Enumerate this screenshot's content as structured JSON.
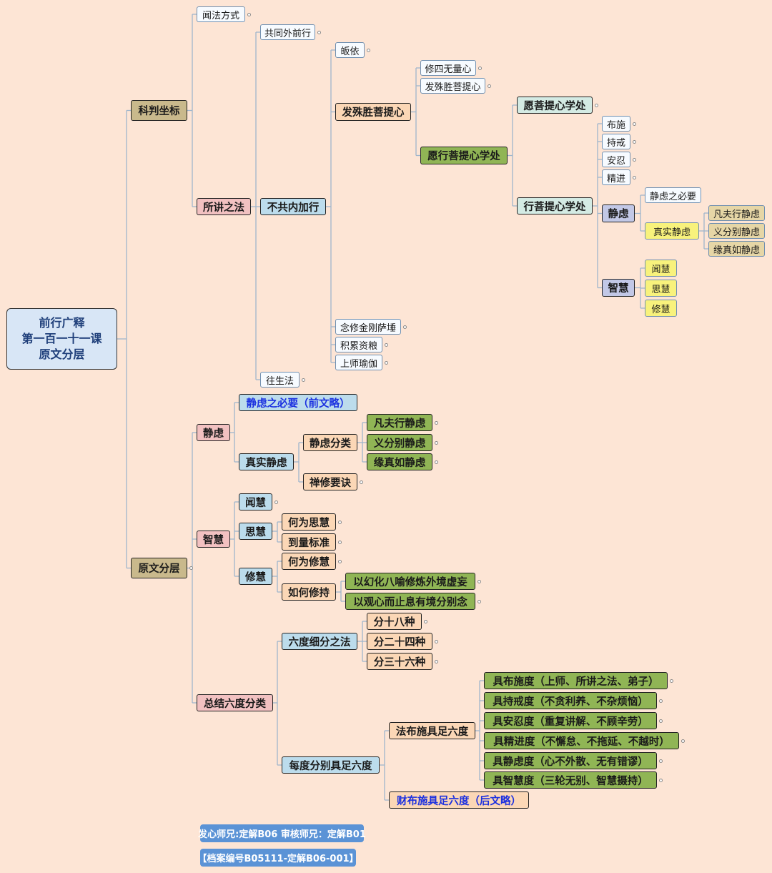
{
  "root": {
    "line1": "前行广释",
    "line2": "第一百一十一课",
    "line3": "原文分层"
  },
  "t": {
    "kepan": "科判坐标",
    "wenfa": "闻法方式",
    "suojiang": "所讲之法",
    "gongtong": "共同外前行",
    "bugong": "不共内加行",
    "wangsheng": "往生法",
    "guiyi": "皈依",
    "faxin": "发殊胜菩提心",
    "xiusi": "修四无量心",
    "faxin2": "发殊胜菩提心",
    "xing_pt": "愿行菩提心学处",
    "yuan_pt": "愿菩提心学处",
    "xingp": "行菩提心学处",
    "bushi": "布施",
    "chijie": "持戒",
    "anren": "安忍",
    "jingjin": "精进",
    "jinglv": "静虑",
    "jlbiyao": "静虑之必要",
    "zhenshi": "真实静虑",
    "fanfu": "凡夫行静虑",
    "yifen": "义分别静虑",
    "yuanzhen": "缘真如静虑",
    "zhihui": "智慧",
    "wenhui": "闻慧",
    "sihui": "思慧",
    "xiuhui": "修慧",
    "jingang": "念修金刚萨埵",
    "jilei": "积累资粮",
    "shangshi": "上师瑜伽",
    "yuanwen": "原文分层",
    "b_jinglv": "静虑",
    "b_biyao": "静虑之必要（前文略）",
    "b_zhenshi": "真实静虑",
    "b_fenlei": "静虑分类",
    "b_fanfu": "凡夫行静虑",
    "b_yifen": "义分别静虑",
    "b_yuanzhen": "缘真如静虑",
    "b_chanxiu": "禅修要诀",
    "b_zhihui": "智慧",
    "b_wenhui": "闻慧",
    "b_sihui": "思慧",
    "b_hewei_si": "何为思慧",
    "b_daoliang": "到量标准",
    "b_xiuhui": "修慧",
    "b_hewei_xiu": "何为修慧",
    "b_ruhe": "如何修持",
    "b_huan": "以幻化八喻修炼外境虚妄",
    "b_guan": "以观心而止息有境分别念",
    "b_zongjie": "总结六度分类",
    "b_liudu": "六度细分之法",
    "b_18": "分十八种",
    "b_24": "分二十四种",
    "b_36": "分三十六种",
    "b_meidu": "每度分别具足六度",
    "b_fabu": "法布施具足六度",
    "b_caibu": "财布施具足六度（后文略）",
    "d1": "具布施度（上师、所讲之法、弟子）",
    "d2": "具持戒度（不贪利养、不杂烦恼）",
    "d3": "具安忍度（重复讲解、不顾辛劳）",
    "d4": "具精进度（不懈怠、不拖延、不越时）",
    "d5": "具静虑度（心不外散、无有错谬）",
    "d6": "具智慧度（三轮无别、智慧摄持）"
  },
  "footer": {
    "credit": "发心师兄:定解B06 审核师兄：定解B01",
    "archive": "【档案编号B05111-定解B06-001】"
  }
}
